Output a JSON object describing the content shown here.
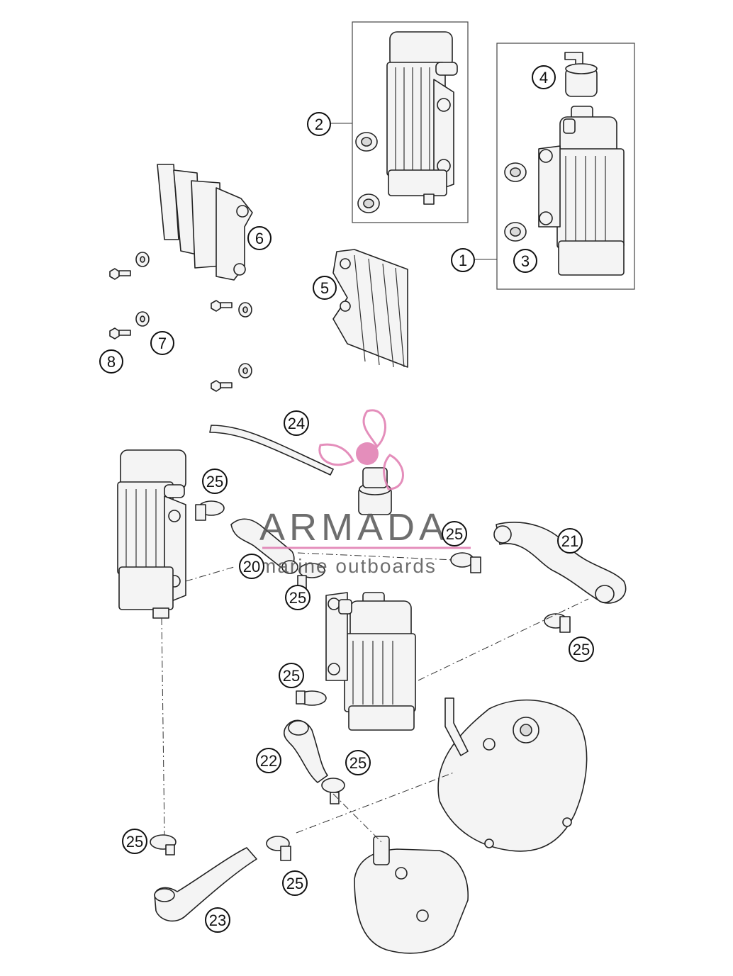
{
  "callouts": [
    "1",
    "2",
    "3",
    "4",
    "5",
    "6",
    "7",
    "8",
    "20",
    "21",
    "22",
    "23",
    "24",
    "25"
  ],
  "watermark": {
    "brand": "ARMADA",
    "tagline": "marine outboards",
    "logo": "propeller-logo",
    "accent_color": "#e07bb0"
  },
  "colors": {
    "line": "#222222",
    "fill": "#f4f4f4"
  }
}
